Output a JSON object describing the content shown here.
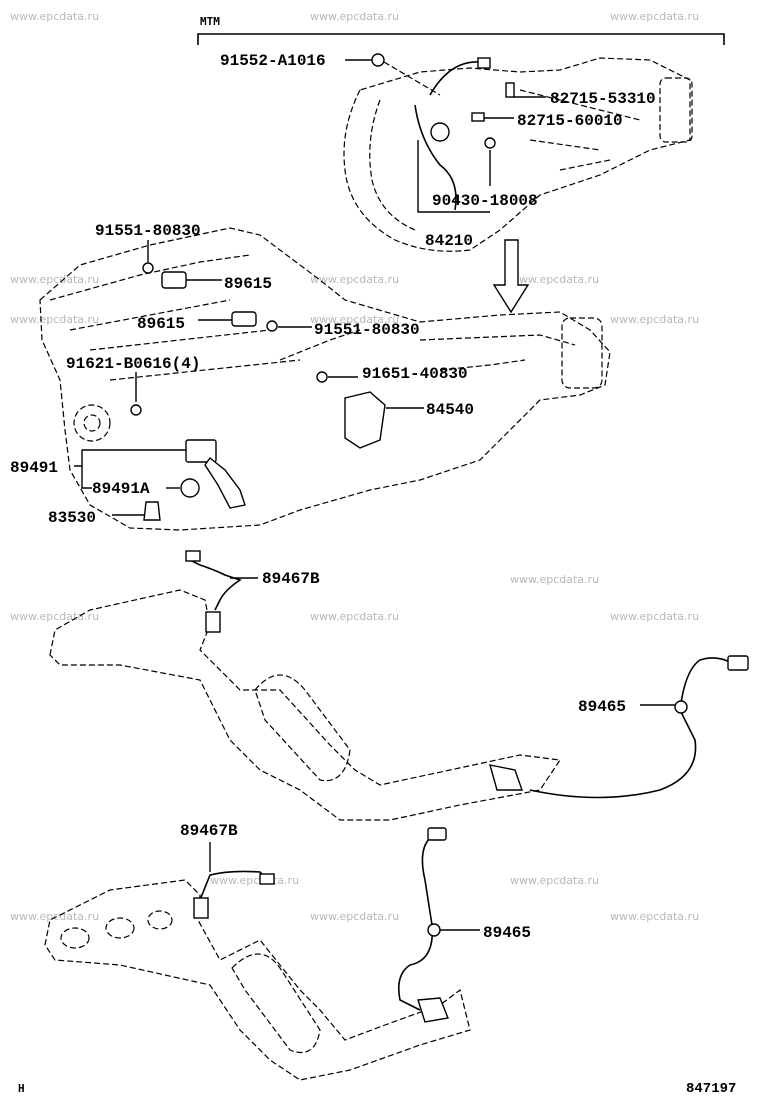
{
  "header": {
    "section_label": "MTM"
  },
  "watermark": "www.epcdata.ru",
  "part_labels": {
    "p91552_a1016": "91552-A1016",
    "p82715_53310": "82715-53310",
    "p82715_60010": "82715-60010",
    "p90430_18008": "90430-18008",
    "p84210": "84210",
    "p91551_80830_top": "91551-80830",
    "p89615_top": "89615",
    "p89615_mid": "89615",
    "p91551_80830_mid": "91551-80830",
    "p91621_b0616": "91621-B0616(4)",
    "p91651_40830": "91651-40830",
    "p84540": "84540",
    "p89491": "89491",
    "p89491a": "89491A",
    "p83530": "83530",
    "p89467b_top": "89467B",
    "p89465_top": "89465",
    "p89467b_bottom": "89467B",
    "p89465_bottom": "89465"
  },
  "footer": {
    "left_code": "H",
    "diagram_number": "847197"
  }
}
